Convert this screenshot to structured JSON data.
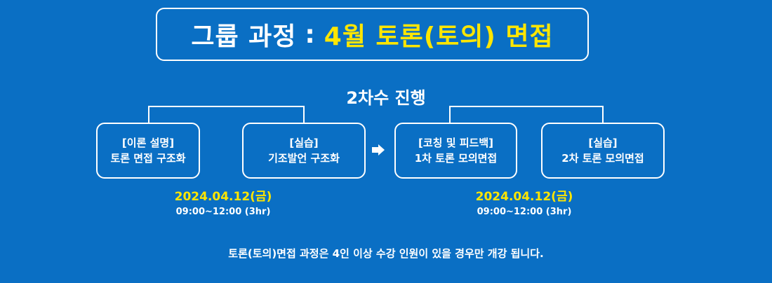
{
  "header": {
    "title_prefix": "그룹 과정",
    "title_separator": ":",
    "title_highlight": "4월 토론(토의) 면접"
  },
  "session": {
    "label": "2차수 진행"
  },
  "cards": [
    {
      "line1": "[이론 설명]",
      "line2": "토론 면접 구조화"
    },
    {
      "line1": "[실습]",
      "line2": "기조발언 구조화"
    },
    {
      "line1": "[코칭 및 피드백]",
      "line2": "1차 토론 모의면접"
    },
    {
      "line1": "[실습]",
      "line2": "2차 토론 모의면접"
    }
  ],
  "schedule": [
    {
      "date": "2024.04.12(금)",
      "time": "09:00~12:00 (3hr)"
    },
    {
      "date": "2024.04.12(금)",
      "time": "09:00~12:00 (3hr)"
    }
  ],
  "footer": {
    "note": "토론(토의)면접 과정은 4인 이상 수강 인원이 있을 경우만 개강 됩니다."
  },
  "colors": {
    "background": "#0a6fc4",
    "highlight": "#ffe600",
    "text": "#ffffff"
  },
  "icons": {
    "flow_arrow": "right-arrow-icon"
  }
}
